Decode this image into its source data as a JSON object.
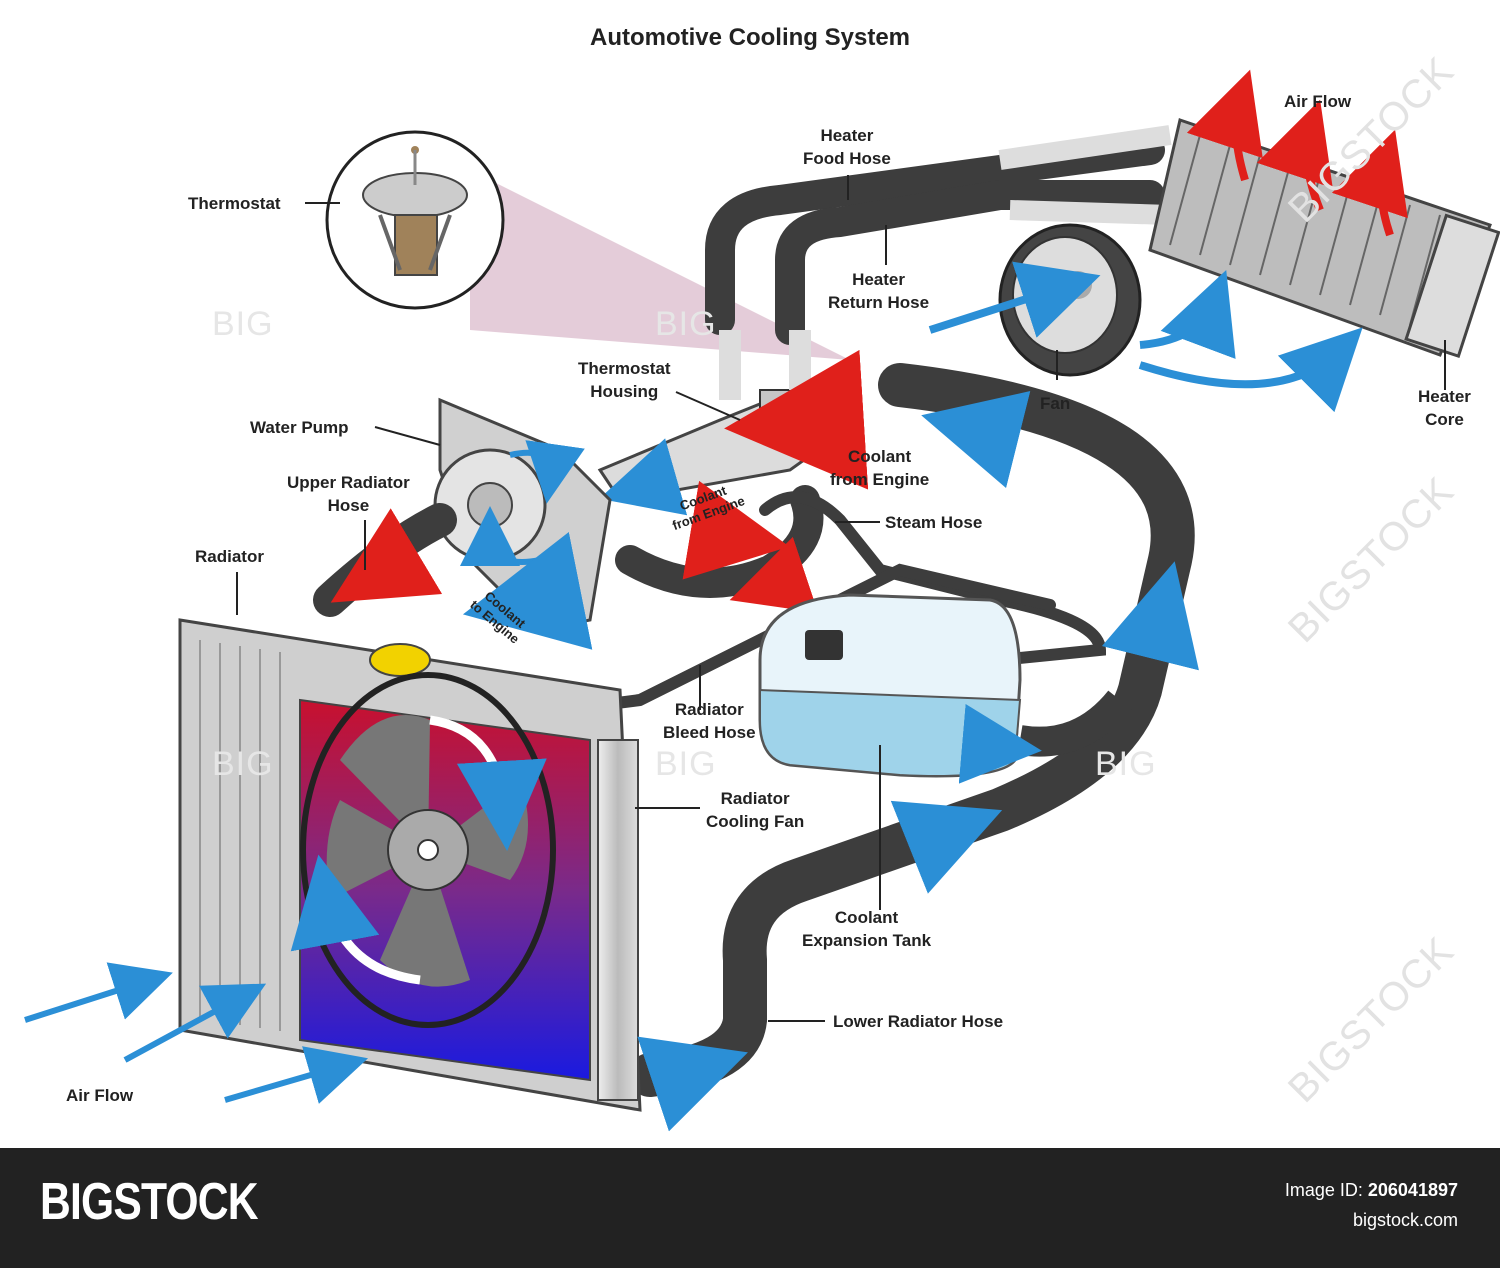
{
  "title": "Automotive Cooling System",
  "labels": {
    "thermostat": "Thermostat",
    "heater_food_hose": "Heater\nFood Hose",
    "heater_return_hose": "Heater\nReturn Hose",
    "air_flow_top": "Air Flow",
    "thermostat_housing": "Thermostat\nHousing",
    "water_pump": "Water Pump",
    "upper_radiator_hose": "Upper Radiator\nHose",
    "radiator": "Radiator",
    "coolant_from_engine_main": "Coolant\nfrom Engine",
    "coolant_from_engine_small": "Coolant\nfrom Engine",
    "coolant_to_engine": "Coolant\nto Engine",
    "steam_hose": "Steam Hose",
    "fan": "Fan",
    "heater_core": "Heater\nCore",
    "radiator_bleed_hose": "Radiator\nBleed Hose",
    "radiator_cooling_fan": "Radiator\nCooling Fan",
    "coolant_expansion_tank": "Coolant\nExpansion Tank",
    "lower_radiator_hose": "Lower Radiator Hose",
    "air_flow_bottom": "Air Flow"
  },
  "watermarks": {
    "big": "BIG",
    "bigstock": "BIGSTOCK"
  },
  "footer": {
    "brand": "BIGSTOCK",
    "image_id_label": "Image ID:",
    "image_id": "206041897",
    "site": "bigstock.com"
  },
  "colors": {
    "hose": "#3d3d3d",
    "coolant_hot": "#e0201b",
    "coolant_cold": "#2b8fd6",
    "radiator_red": "#c8102e",
    "radiator_blue": "#1a1ae0",
    "metal": "#c9c9c9",
    "tank": "#9fd3ea",
    "thermo_zoom": "#d9b6c9"
  }
}
